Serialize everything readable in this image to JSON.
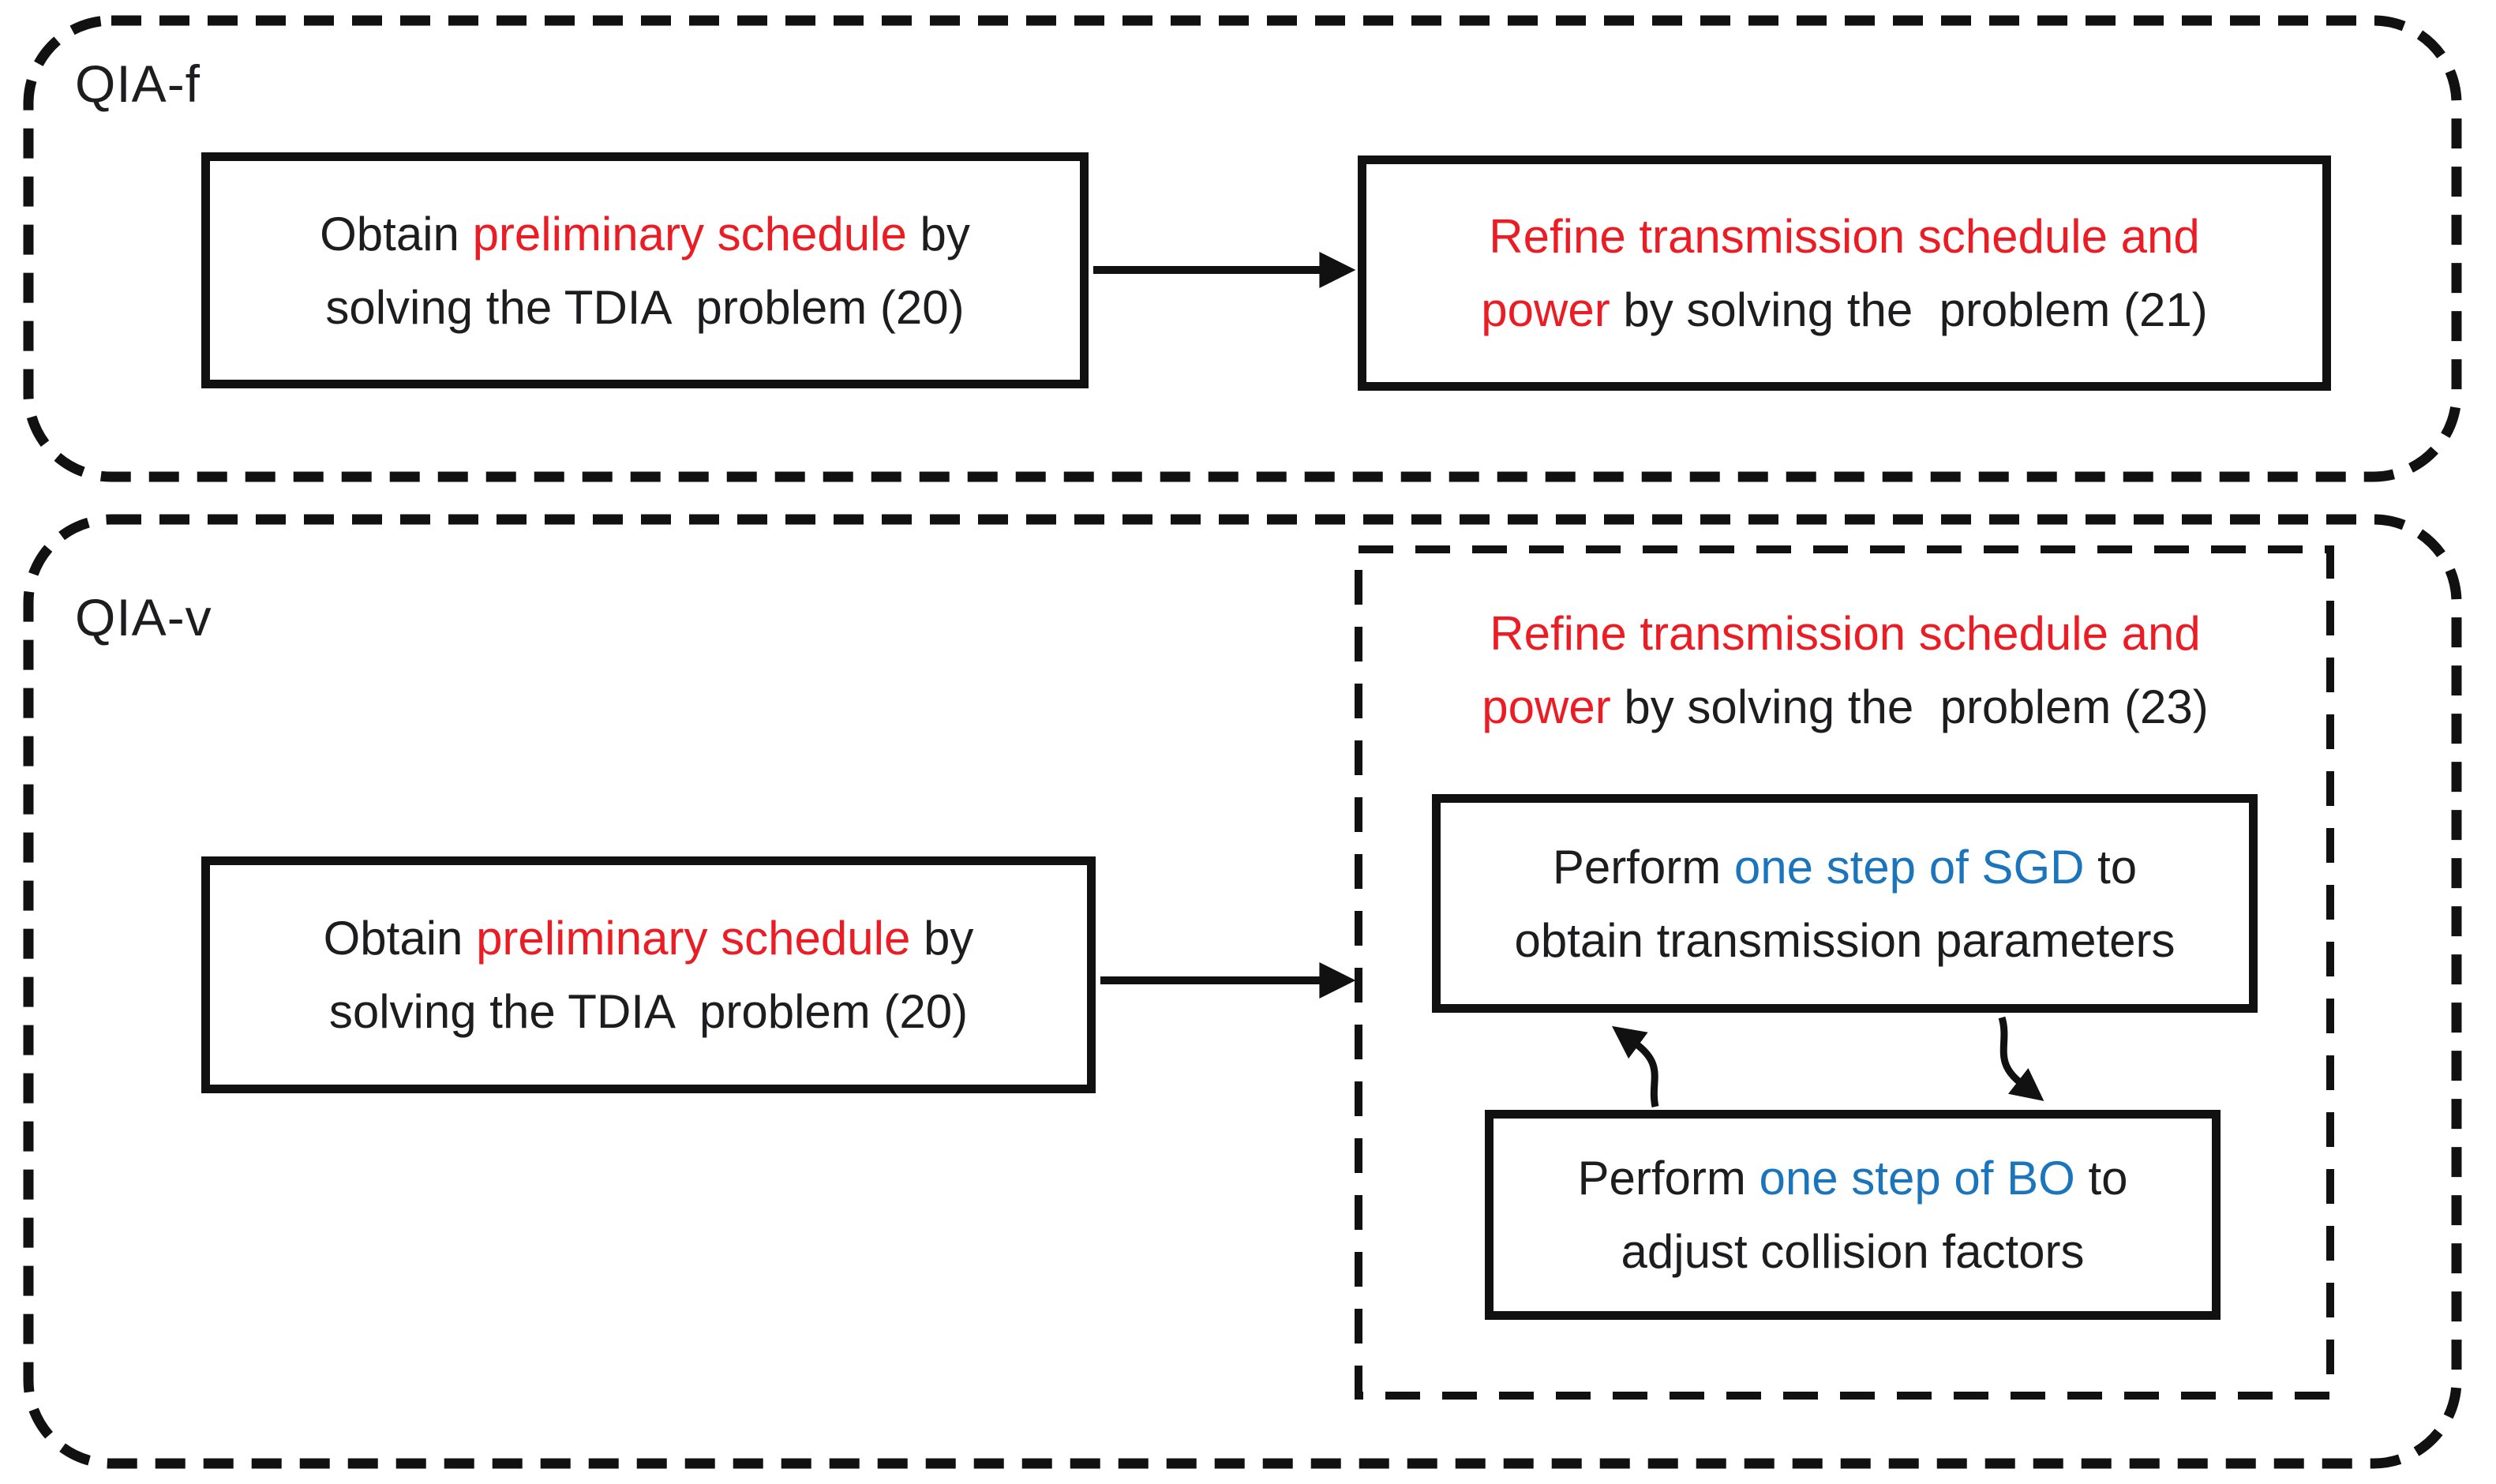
{
  "palette": {
    "red": "#EC1C24",
    "blue": "#1B75BC",
    "black": "#1D1D1F",
    "line": "#111111",
    "background": "#FFFFFF"
  },
  "panels": {
    "qia_f": {
      "label": "QIA-f"
    },
    "qia_v": {
      "label": "QIA-v"
    }
  },
  "boxes": {
    "qiaf_left": {
      "line1_pre": "Obtain ",
      "line1_highlight": "preliminary schedule",
      "line1_post": " by",
      "line2": "solving the TDIA  problem (20)"
    },
    "qiaf_right": {
      "line1": "Refine transmission schedule and",
      "line2_highlight": "power",
      "line2_rest": " by solving the  problem (21)"
    },
    "qiav_left": {
      "line1_pre": "Obtain ",
      "line1_highlight": "preliminary schedule",
      "line1_post": " by",
      "line2": "solving the TDIA  problem (20)"
    },
    "refine_subpanel_title": {
      "line1": "Refine transmission schedule and",
      "line2_highlight": "power",
      "line2_rest": " by solving the  problem (23)"
    },
    "sgd": {
      "line1_pre": "Perform ",
      "line1_highlight": "one step of SGD",
      "line1_post": " to",
      "line2": "obtain transmission parameters"
    },
    "bo": {
      "line1_pre": "Perform ",
      "line1_highlight": "one step of BO",
      "line1_post": " to",
      "line2": "adjust collision factors"
    }
  }
}
